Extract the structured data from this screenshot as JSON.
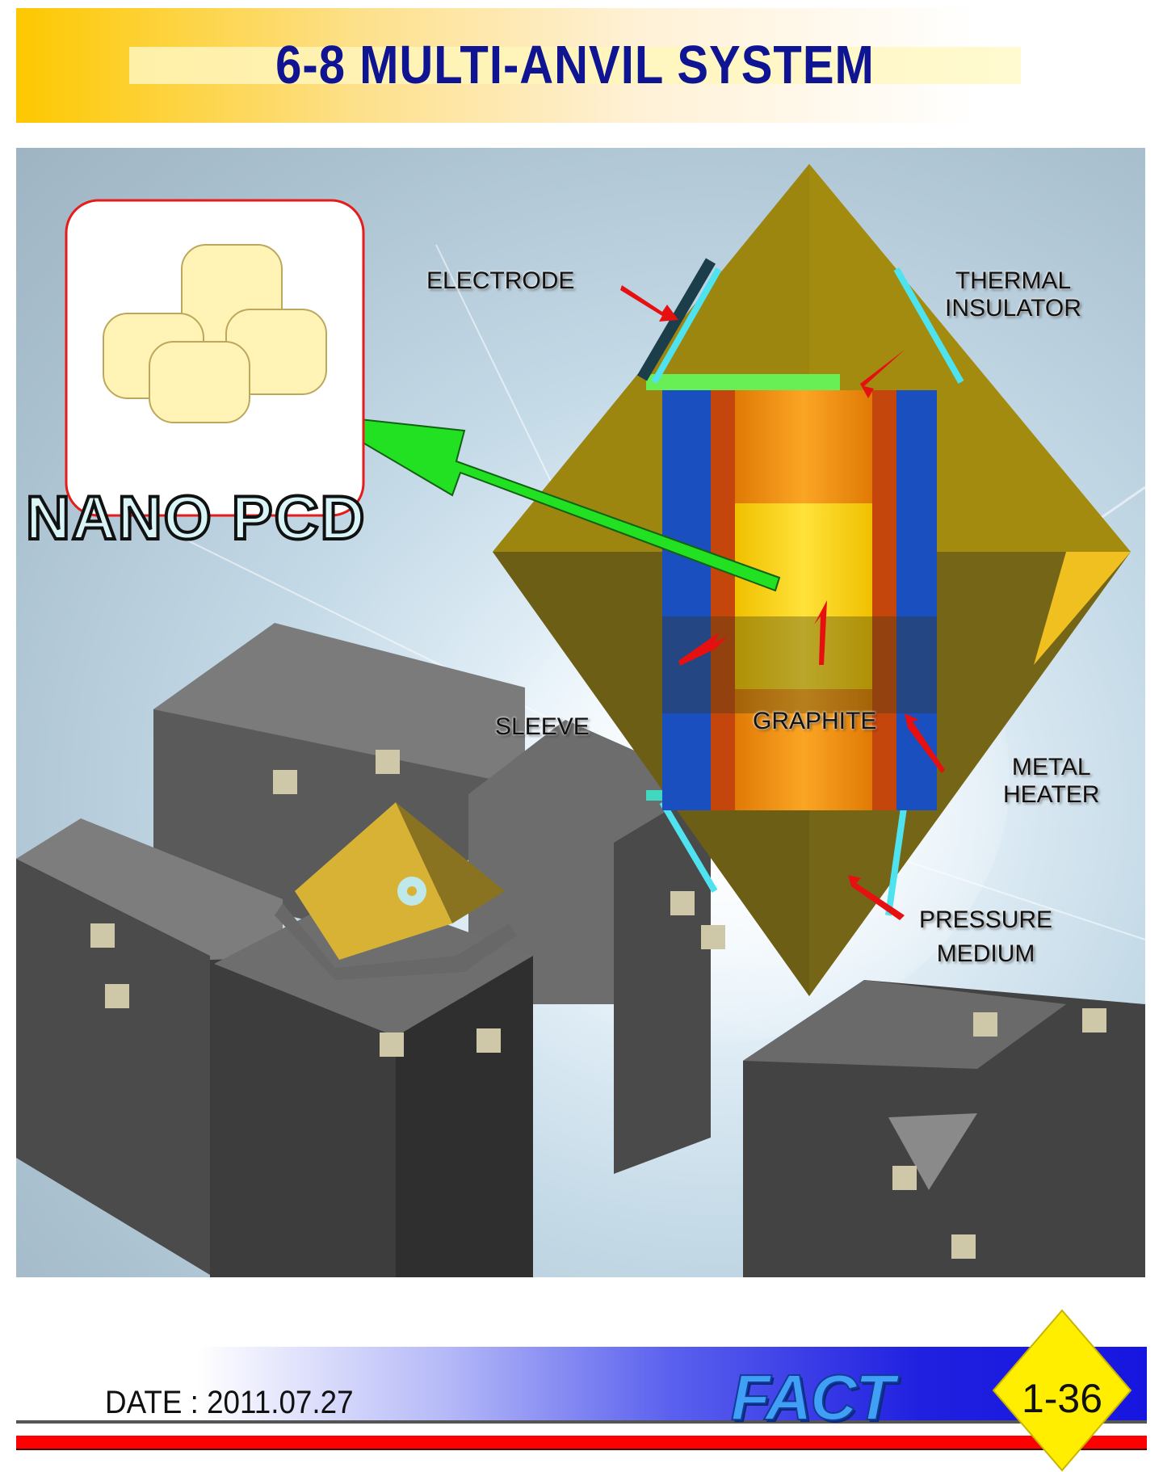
{
  "header": {
    "title": "6-8 MULTI-ANVIL SYSTEM"
  },
  "diagram": {
    "inset_label": "NANO PCD",
    "labels": {
      "electrode": "ELECTRODE",
      "thermal_insulator": [
        "THERMAL",
        "INSULATOR"
      ],
      "sleeve": "SLEEVE",
      "graphite": "GRAPHITE",
      "metal_heater": [
        "METAL",
        "HEATER"
      ],
      "pressure_medium": [
        "PRESSURE",
        "MEDIUM"
      ]
    },
    "colors": {
      "octahedron": "#a08a10",
      "octahedron_dark": "#6a5c18",
      "heater_blue": "#1a4fc0",
      "sample_orange": "#f39c12",
      "sample_yellow": "#ffd91a",
      "insulator_cyan": "#4fe3f0",
      "arrow_red": "#e61010",
      "arrow_green": "#22e022",
      "anvil_grey": "#5c5c5c",
      "inset_border": "#e51c1c"
    }
  },
  "footer": {
    "date_label": "DATE : 2011.07.27",
    "brand": "FACT",
    "page_number": "1-36"
  }
}
